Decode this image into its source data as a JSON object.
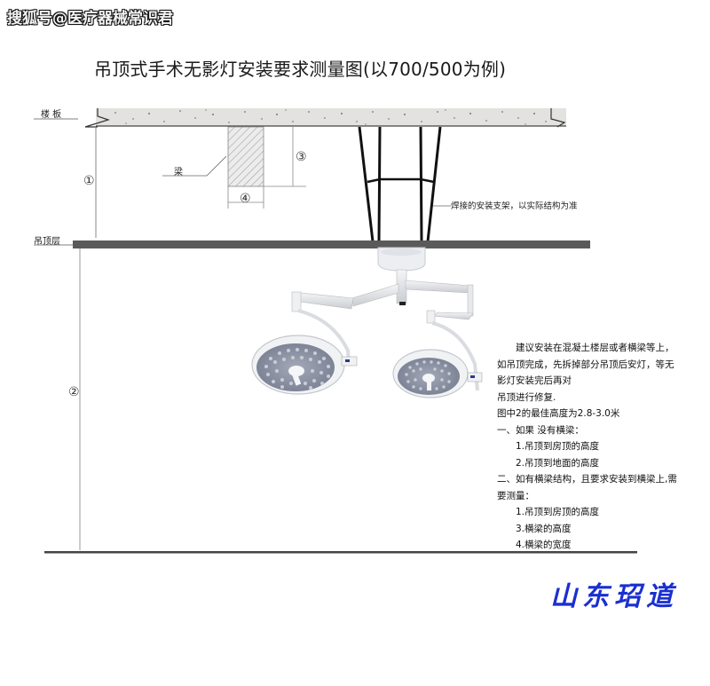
{
  "watermark": "搜狐号@医疗器械常识君",
  "title": "吊顶式手术无影灯安装要求测量图(以700/500为例)",
  "labels": {
    "floor_slab": "楼 板",
    "beam": "梁",
    "ceiling_layer": "吊顶层",
    "bracket_note": "焊接的安装支架，以实际结构为准"
  },
  "dimension_markers": {
    "m1": "①",
    "m2": "②",
    "m3": "③",
    "m4": "④"
  },
  "notes": {
    "lines": [
      "　　建议安装在混凝土楼层或者横梁等上，",
      "如吊顶完成，先拆掉部分吊顶后安灯，等无",
      "影灯安装完后再对",
      "吊顶进行修复.",
      "图中2的最佳高度为2.8-3.0米",
      "一、如果 没有横梁：",
      "　　1.吊顶到房顶的高度",
      "　　2.吊顶到地面的高度",
      "二、如有横梁结构，且要求安装到横梁上,需",
      "要测量：",
      "　　1.吊顶到房顶的高度",
      "　　3.横梁的高度",
      "　　4.横梁的宽度"
    ]
  },
  "signature": "山东玿道",
  "colors": {
    "ceiling_bar": "#5a5a5a",
    "slab_fill": "#e4e2df",
    "signature": "#1a2fd0",
    "lamp_body": "#e9ecef",
    "lamp_face": "#8f96a6"
  }
}
